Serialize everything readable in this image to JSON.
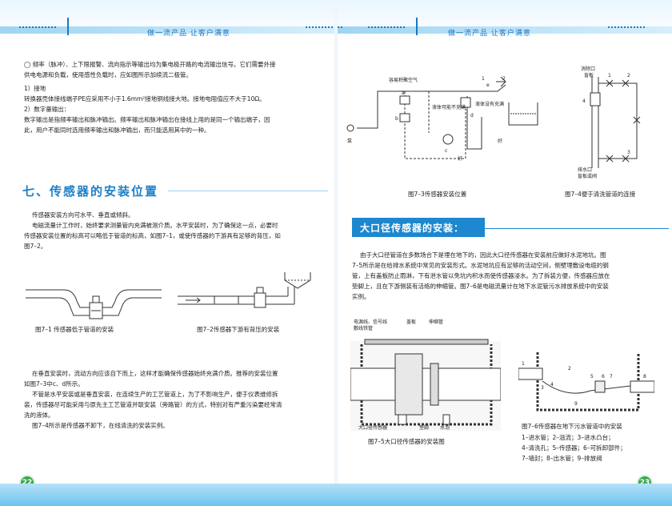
{
  "header": {
    "slogan_left": "做一流产品 让客户满意",
    "slogan_right": "做一流产品 让客户满意"
  },
  "left": {
    "intro": [
      "◯ 频率（脉冲）、上下限报警、流向指示等输出均为集电极开路的电流输出信号。它们需要外接",
      "供电电源和负载，使用感性负载时，应如图所示加续流二极管。",
      "1）接地",
      "   转换器壳体接线端子PE应采用不小于1.6mm²接地铜线接大地。接地电阻值应不大于10Ω。",
      "2）数字量输出：",
      "   数字输出是指频率输出和脉冲输出。频率输出和脉冲输出在接线上用的是同一个输出端子，因",
      "此，用户不能同时选用频率输出和脉冲输出，而只能选用其中的一种。"
    ],
    "section_title": "七、传感器的安装位置",
    "body1": [
      "传感器安装方向可水平、垂直或倾斜。",
      "电磁流量计工作时，始终要求测量管内充满被测介质。水平安装时，为了确保这一点，必要时",
      "传感器安装位置的标高可以略低于管道的标高，如图7–1，或使传感器的下游具有足够的背压，如",
      "图7–2。"
    ],
    "fig1_caption": "图7–1  传感器低于管道的安装",
    "fig2_caption": "图7–2传感器下游有背压的安装",
    "body2": [
      "在垂直安装时，流动方向应该自下而上，这样才能确保传感器始终充满介质。推荐的安装位置",
      "如图7–3中c、d所示。",
      "不管是水平安装或是垂直安装，在连续生产的工艺管道上，为了不影响生产，便于仪表维修拆",
      "装，传感器尽可能采用与原先主工艺管道并联安装（旁路管）的方式，特别对有严重污染要经常清",
      "洗的液体。",
      "图7–4所示是传感器不卸下，在线清洗的安装实例。"
    ],
    "page_number": "22"
  },
  "right": {
    "fig3": {
      "caption": "图7–3传感器安装位置",
      "labels": {
        "air": "容易积聚空气",
        "partial": "液体可能不充满",
        "full": "液体没有充满",
        "good1": "好",
        "good2": "好",
        "pump": "泵",
        "a": "a",
        "b": "b",
        "c": "c",
        "d": "d",
        "e": "e",
        "n1": "1",
        "n2": "2"
      }
    },
    "fig4": {
      "caption": "图7–4便于清洗管道的连接",
      "labels": {
        "top": "消除口",
        "top2": "盲板",
        "bottom": "排水口",
        "bottom2": "盲板或阀",
        "n1": "1",
        "n2": "2",
        "n3": "3",
        "n4": "4"
      }
    },
    "banner": "大口径传感器的安装：",
    "body": [
      "由于大口径管道在多数场合下是埋在地下的，因此大口径传感器在安装前应做好水泥地坑。图",
      "7–5所示是在给排水系统中常见的安装形式。水泥地坑应有足够的活动空间，侧壁埋敷设电缆的钢",
      "管，上有盖板防止雨淋，下有泄水管以免坑内积水而使传感器浸水。为了拆装方便，传感器应放在",
      "垫脚上，且在下游侧装有活络的伸缩管。图7–6是电磁流量计在地下水泥管污水排放系统中的安装",
      "实例。"
    ],
    "fig5": {
      "caption": "图7–5大口径传感器的安装图",
      "labels": {
        "cable": "电源线、信号线",
        "conduit": "敷线铁管",
        "cover": "盖板",
        "joint": "伸缩管",
        "sensor": "大口径传感器",
        "foot": "垫脚",
        "drain": "水泡"
      }
    },
    "fig6": {
      "caption": "图7–6传感器在地下污水管道中的安装",
      "legend": [
        "1–进水管；2–溢流；3–进水凸台；",
        "4–清洗孔；5–传感器；6–可拆卸部件；",
        "7–墙封；8–出水管；9–排放阀"
      ],
      "labels": {
        "n1": "1",
        "n2": "2",
        "n3": "3",
        "n4": "4",
        "n5": "5",
        "n6": "6",
        "n7": "7",
        "n8": "8",
        "n9": "9"
      }
    },
    "page_number": "23"
  }
}
